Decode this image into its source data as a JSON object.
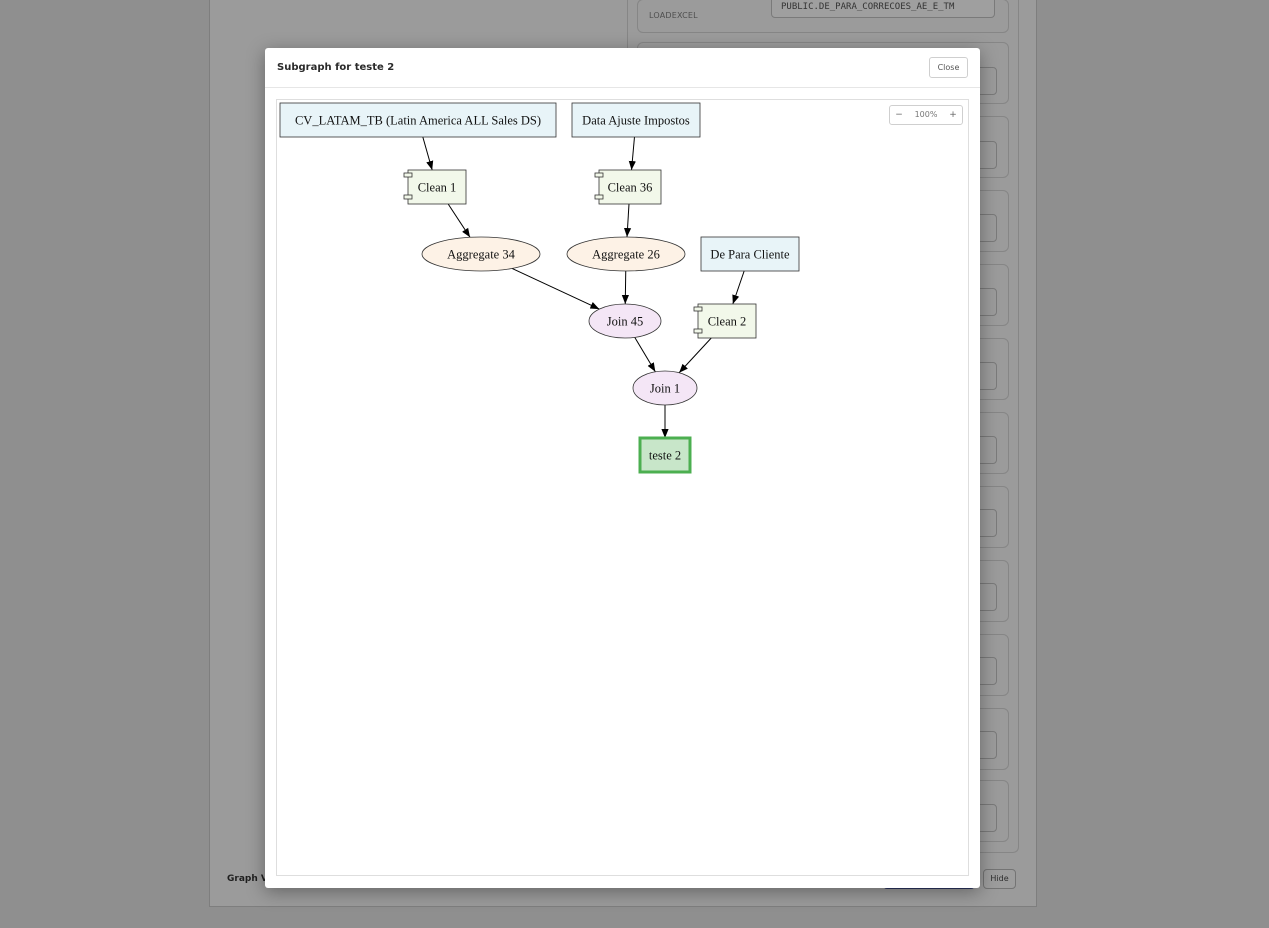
{
  "background": {
    "top_field_value": "PUBLIC.DE_PARA_CORRECOES_AE_E_TM",
    "top_label": "LOADEXCEL",
    "bottom_label": "Graph V",
    "hide_label": "Hide"
  },
  "modal": {
    "title": "Subgraph for teste 2",
    "close_label": "Close",
    "zoom": {
      "minus": "−",
      "plus": "+",
      "level": "100%"
    }
  },
  "colors": {
    "source_fill": "#e8f4f8",
    "clean_fill": "#f2f8ea",
    "aggregate_fill": "#fdf2e6",
    "join_fill": "#f4e6f6",
    "target_fill": "#c8e6c9",
    "target_stroke": "#4caf50"
  },
  "graph": {
    "nodes": [
      {
        "id": "cv_latam",
        "label": "CV_LATAM_TB (Latin America ALL Sales DS)",
        "kind": "source"
      },
      {
        "id": "data_ajuste",
        "label": "Data Ajuste Impostos",
        "kind": "source"
      },
      {
        "id": "clean1",
        "label": "Clean 1",
        "kind": "clean"
      },
      {
        "id": "clean36",
        "label": "Clean 36",
        "kind": "clean"
      },
      {
        "id": "agg34",
        "label": "Aggregate 34",
        "kind": "aggregate"
      },
      {
        "id": "agg26",
        "label": "Aggregate 26",
        "kind": "aggregate"
      },
      {
        "id": "de_para",
        "label": "De Para Cliente",
        "kind": "source"
      },
      {
        "id": "join45",
        "label": "Join 45",
        "kind": "join"
      },
      {
        "id": "clean2",
        "label": "Clean 2",
        "kind": "clean"
      },
      {
        "id": "join1",
        "label": "Join 1",
        "kind": "join"
      },
      {
        "id": "teste2",
        "label": "teste 2",
        "kind": "target"
      }
    ],
    "edges": [
      [
        "cv_latam",
        "clean1"
      ],
      [
        "data_ajuste",
        "clean36"
      ],
      [
        "clean1",
        "agg34"
      ],
      [
        "clean36",
        "agg26"
      ],
      [
        "agg34",
        "join45"
      ],
      [
        "agg26",
        "join45"
      ],
      [
        "de_para",
        "clean2"
      ],
      [
        "join45",
        "join1"
      ],
      [
        "clean2",
        "join1"
      ],
      [
        "join1",
        "teste2"
      ]
    ]
  }
}
